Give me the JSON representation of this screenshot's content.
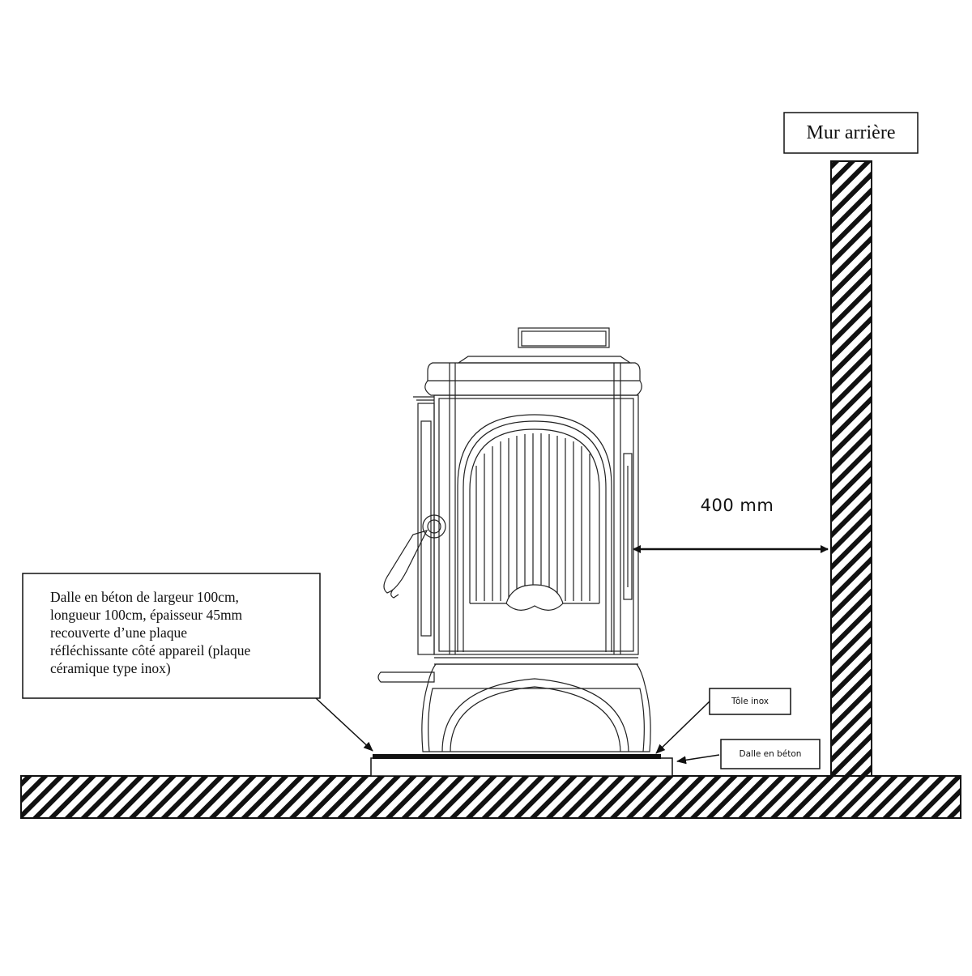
{
  "labels": {
    "wall": "Mur arrière",
    "distance": "400 mm",
    "slab_note": "Dalle en béton de largeur 100cm,\nlongueur 100cm, épaisseur 45mm\nrecouverte d’une plaque\nréfléchissante côté appareil (plaque\ncéramique type inox)",
    "steel_sheet": "Tôle inox",
    "concrete_slab": "Dalle en béton"
  },
  "colors": {
    "line": "#111111",
    "background": "#ffffff"
  }
}
